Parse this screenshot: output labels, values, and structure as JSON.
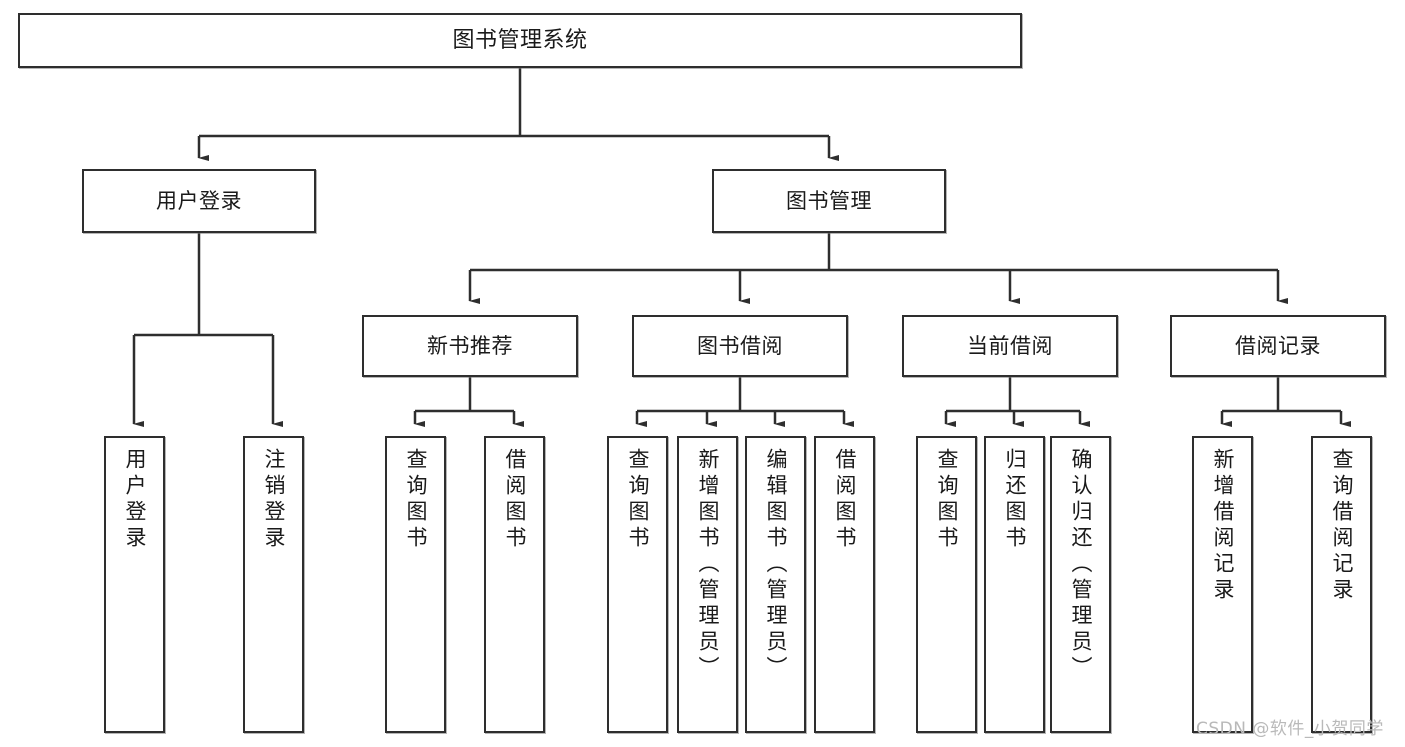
{
  "diagram": {
    "title": "图书管理系统",
    "type": "tree-hierarchy-diagram",
    "colors": {
      "stroke": "#2e2e2e",
      "background": "#ffffff",
      "text": "#1a1a1a",
      "watermark": "#b9b9b9"
    },
    "nodes": {
      "root": {
        "label": "图书管理系统"
      },
      "level2": [
        {
          "label": "用户登录"
        },
        {
          "label": "图书管理"
        }
      ],
      "level3": [
        {
          "label": "新书推荐"
        },
        {
          "label": "图书借阅"
        },
        {
          "label": "当前借阅"
        },
        {
          "label": "借阅记录"
        }
      ],
      "leaves_user_login": [
        {
          "label": "用户登录"
        },
        {
          "label": "注销登录"
        }
      ],
      "leaves_new_book": [
        {
          "label": "查询图书"
        },
        {
          "label": "借阅图书"
        }
      ],
      "leaves_borrow": [
        {
          "label": "查询图书"
        },
        {
          "label": "新增图书（管理员）"
        },
        {
          "label": "编辑图书（管理员）"
        },
        {
          "label": "借阅图书"
        }
      ],
      "leaves_current": [
        {
          "label": "查询图书"
        },
        {
          "label": "归还图书"
        },
        {
          "label": "确认归还（管理员）"
        }
      ],
      "leaves_record": [
        {
          "label": "新增借阅记录"
        },
        {
          "label": "查询借阅记录"
        }
      ]
    },
    "watermark": "CSDN @软件_小贺同学"
  }
}
